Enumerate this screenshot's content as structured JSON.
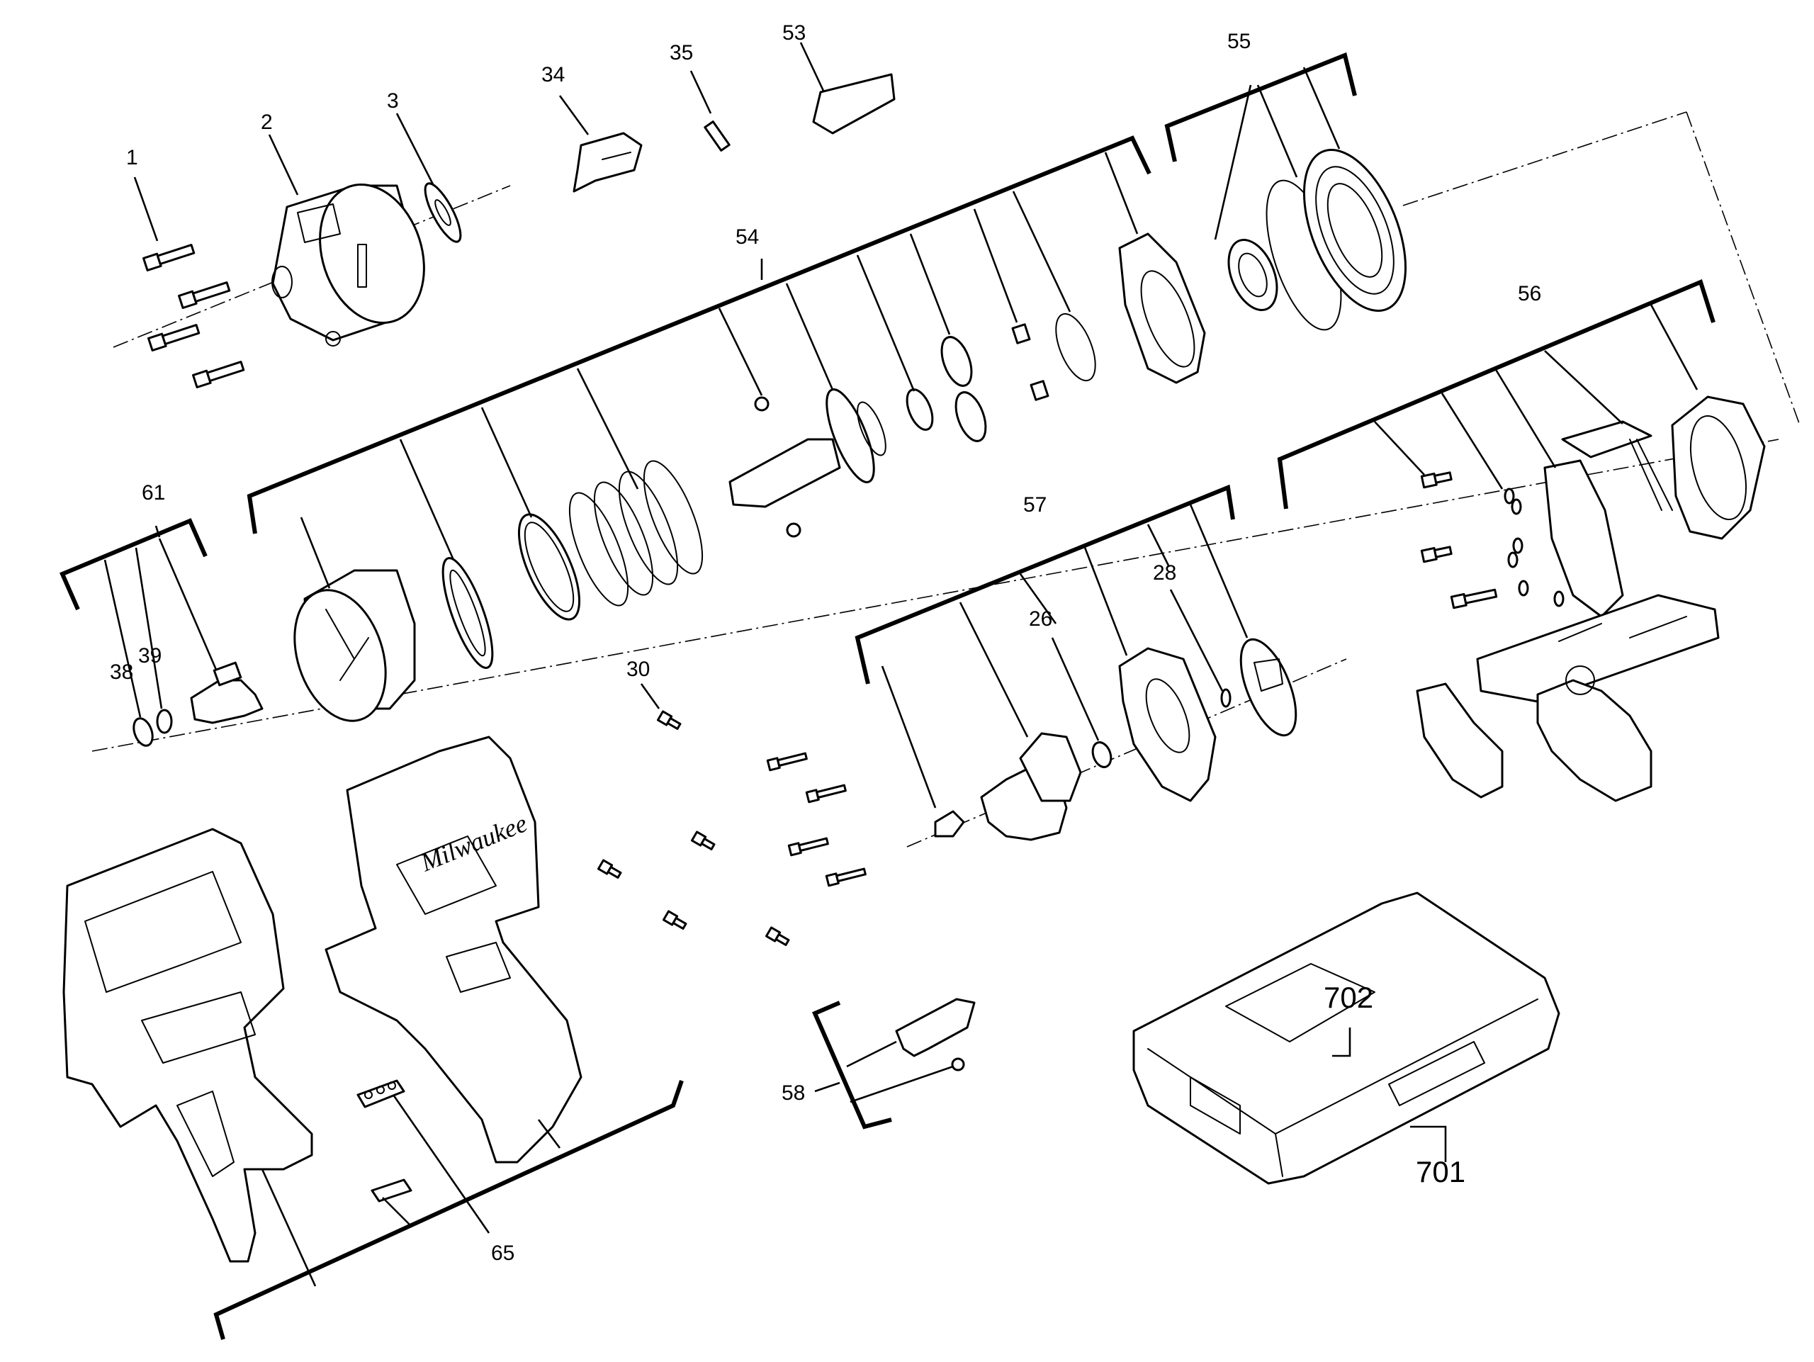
{
  "diagram": {
    "callouts": {
      "c1": "1",
      "c2": "2",
      "c3": "3",
      "c34": "34",
      "c35": "35",
      "c53": "53",
      "c55": "55",
      "c54": "54",
      "c56": "56",
      "c61": "61",
      "c38": "38",
      "c39": "39",
      "c57": "57",
      "c26": "26",
      "c28": "28",
      "c30": "30",
      "c58": "58",
      "c65": "65",
      "c702": "702",
      "c701": "701"
    },
    "brand_on_housing": "Milwaukee"
  }
}
